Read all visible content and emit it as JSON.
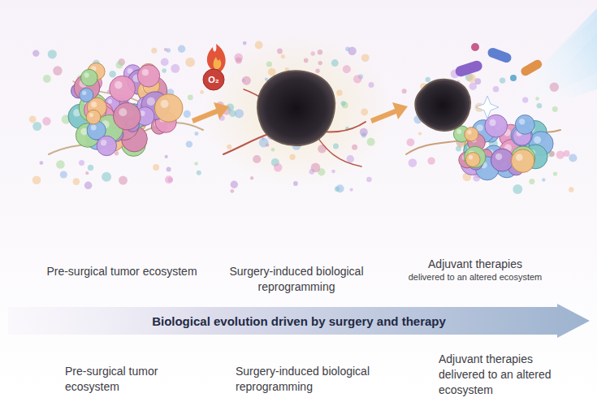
{
  "diagram": {
    "nodes": [
      {
        "text": [
          "O₂"
        ]
      },
      {
        "text": [
          "Biological evolution driven by surgery and therapy"
        ]
      }
    ],
    "labels": [
      "Pre-surgical tumor ecosystem",
      "Surgery-induced biological reprogramming",
      "Adjuvant therapies",
      "delivered to an altered ecosystem",
      "Pre-surgical tumor ecosystem",
      "Surgery-induced biological reprogramming",
      "Adjuvant therapies delivered to an altered ecosystem"
    ]
  }
}
